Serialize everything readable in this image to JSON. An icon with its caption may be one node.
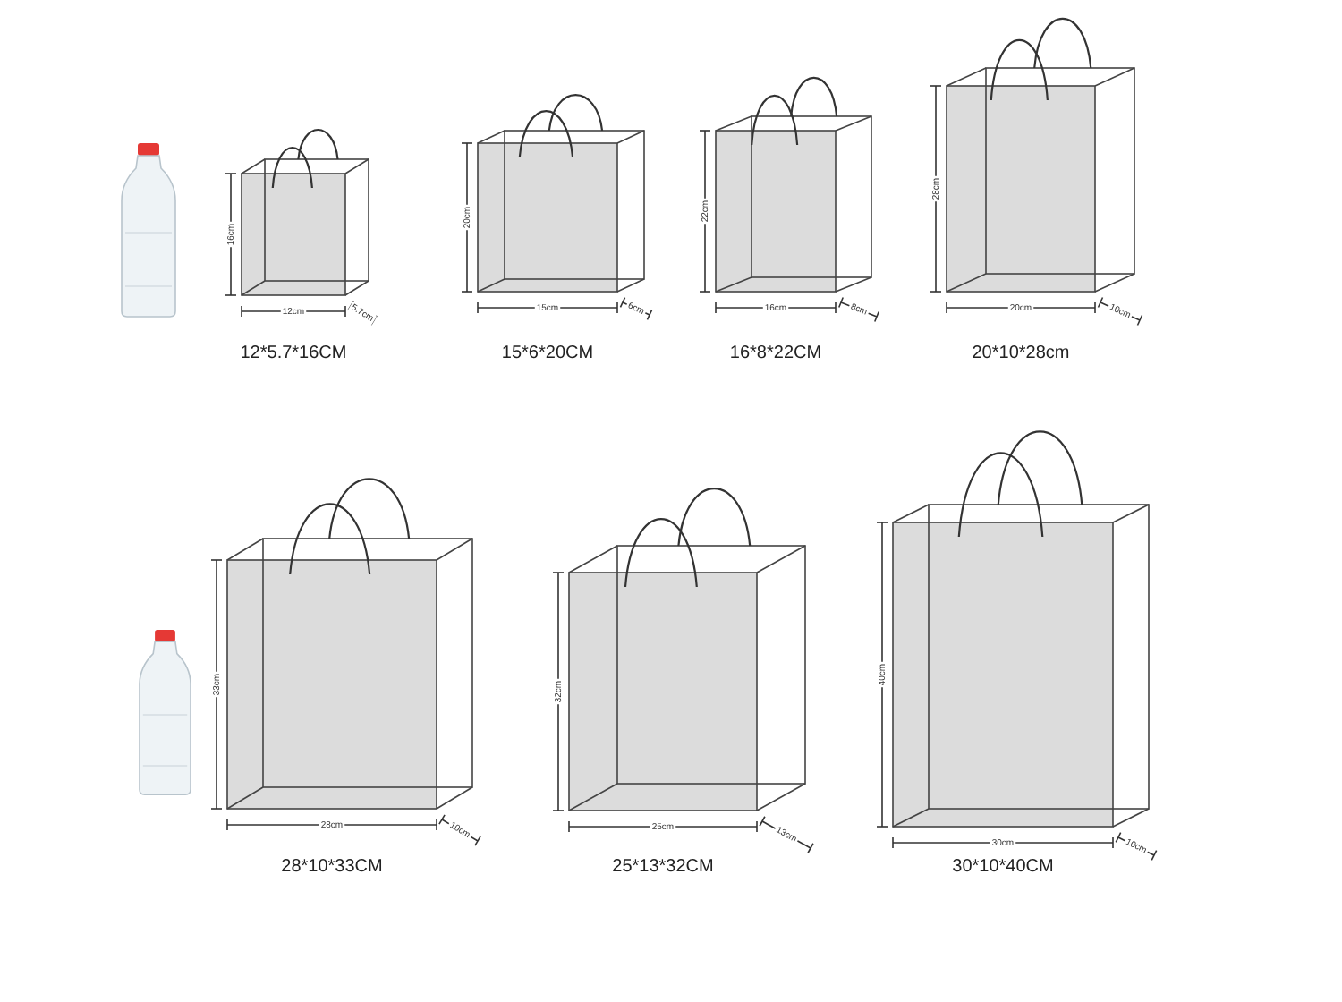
{
  "diagram": {
    "labels": [
      "16cm",
      "12cm",
      "5.7cm",
      "12*5.7*16CM",
      "20cm",
      "15cm",
      "6cm",
      "15*6*20CM",
      "22cm",
      "16cm",
      "8cm",
      "16*8*22CM",
      "28cm",
      "20cm",
      "10cm",
      "20*10*28cm",
      "33cm",
      "28cm",
      "10cm",
      "28*10*33CM",
      "32cm",
      "25cm",
      "13cm",
      "25*13*32CM",
      "40cm",
      "30cm",
      "10cm",
      "30*10*40CM"
    ]
  }
}
